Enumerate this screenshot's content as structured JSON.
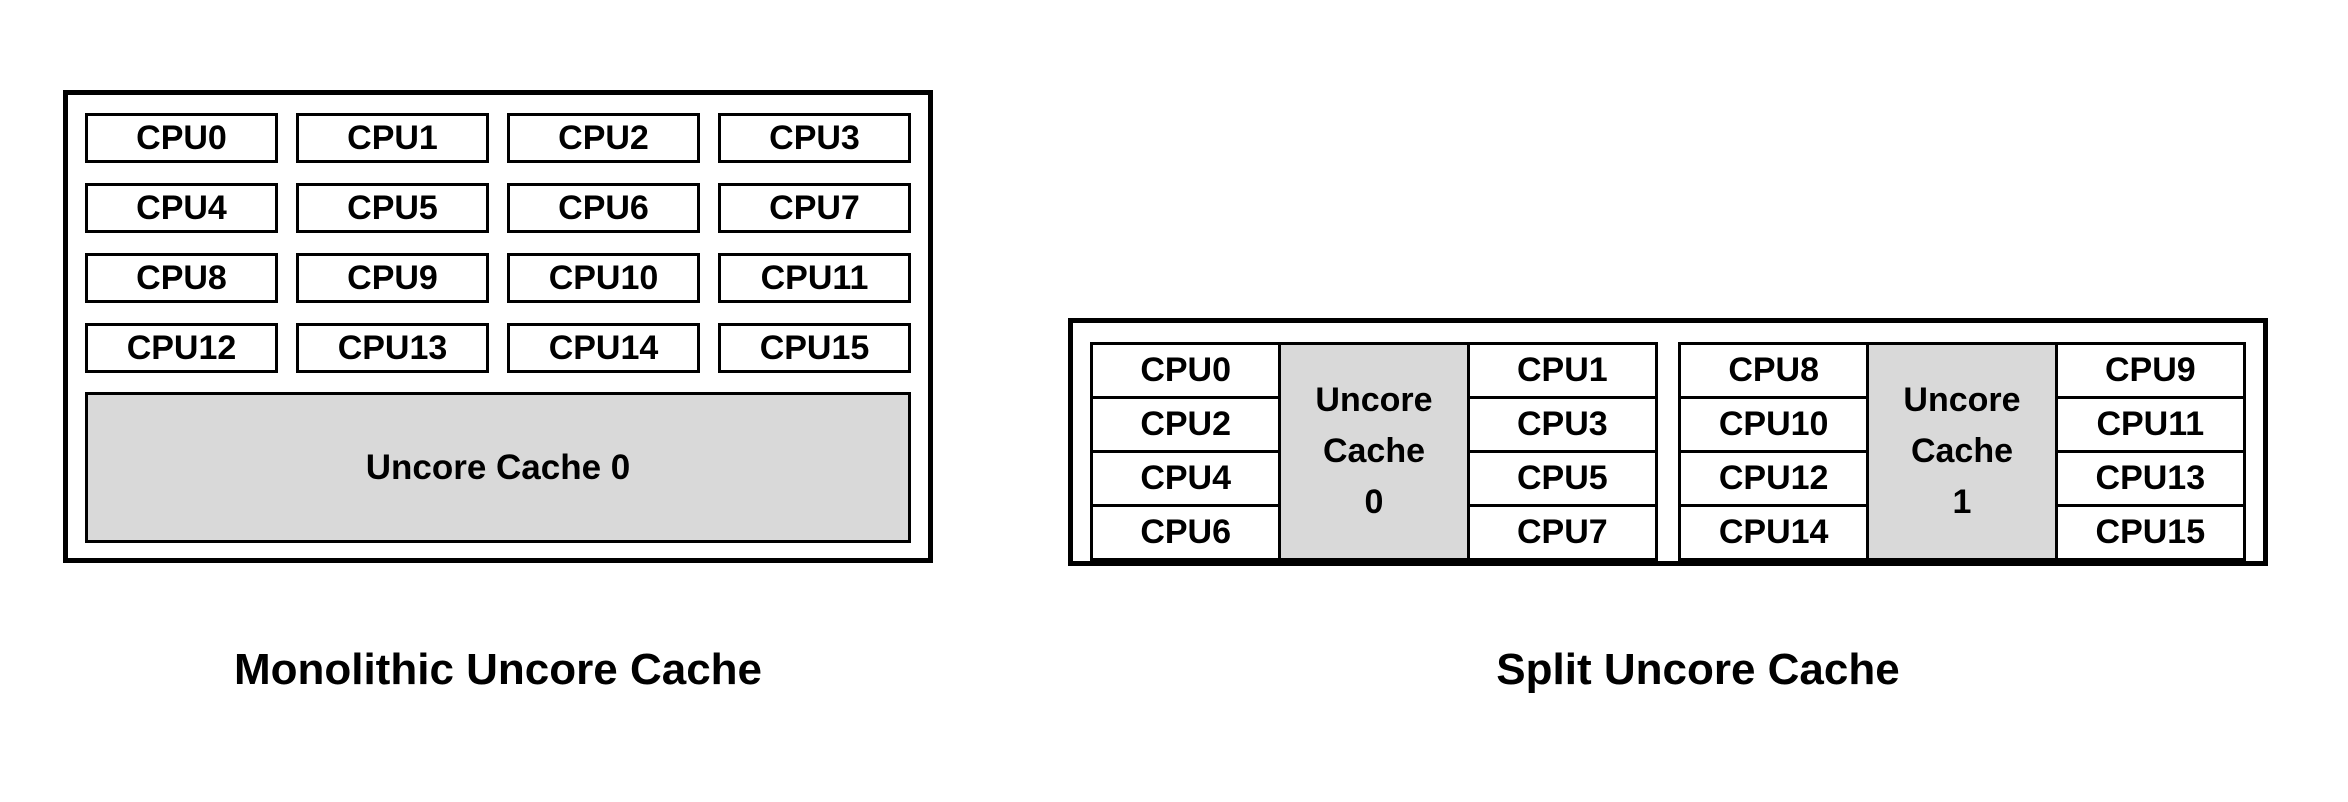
{
  "colors": {
    "background": "#ffffff",
    "border": "#000000",
    "cache_fill": "#d9d9d9",
    "text": "#000000"
  },
  "monolithic": {
    "title": "Monolithic Uncore Cache",
    "cpus": [
      "CPU0",
      "CPU1",
      "CPU2",
      "CPU3",
      "CPU4",
      "CPU5",
      "CPU6",
      "CPU7",
      "CPU8",
      "CPU9",
      "CPU10",
      "CPU11",
      "CPU12",
      "CPU13",
      "CPU14",
      "CPU15"
    ],
    "cache_label": "Uncore Cache 0"
  },
  "split": {
    "title": "Split Uncore Cache",
    "groups": [
      {
        "left": [
          "CPU0",
          "CPU2",
          "CPU4",
          "CPU6"
        ],
        "cache_lines": [
          "Uncore",
          "Cache",
          "0"
        ],
        "right": [
          "CPU1",
          "CPU3",
          "CPU5",
          "CPU7"
        ]
      },
      {
        "left": [
          "CPU8",
          "CPU10",
          "CPU12",
          "CPU14"
        ],
        "cache_lines": [
          "Uncore",
          "Cache",
          "1"
        ],
        "right": [
          "CPU9",
          "CPU11",
          "CPU13",
          "CPU15"
        ]
      }
    ]
  }
}
